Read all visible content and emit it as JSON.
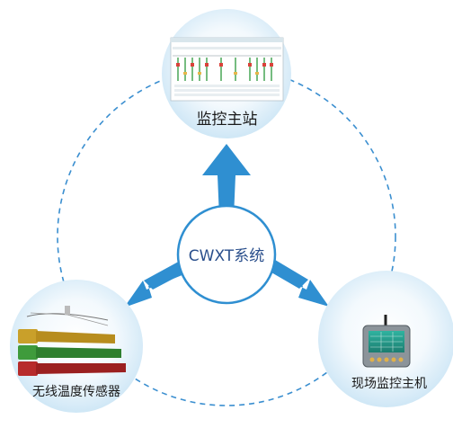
{
  "center": {
    "title": "CWXT系统"
  },
  "nodes": {
    "monitor_station": {
      "label": "监控主站"
    },
    "wireless_sensor": {
      "label": "无线温度传感器"
    },
    "field_host": {
      "label": "现场监控主机"
    }
  },
  "colors": {
    "arrow": "#2f8fd1",
    "bubble_inner": "#ffffff",
    "bubble_outer": "#cfe7f6",
    "dashed_ring": "#3b8fd0",
    "center_border": "#2f8fd1",
    "center_text": "#2a4f8c"
  }
}
